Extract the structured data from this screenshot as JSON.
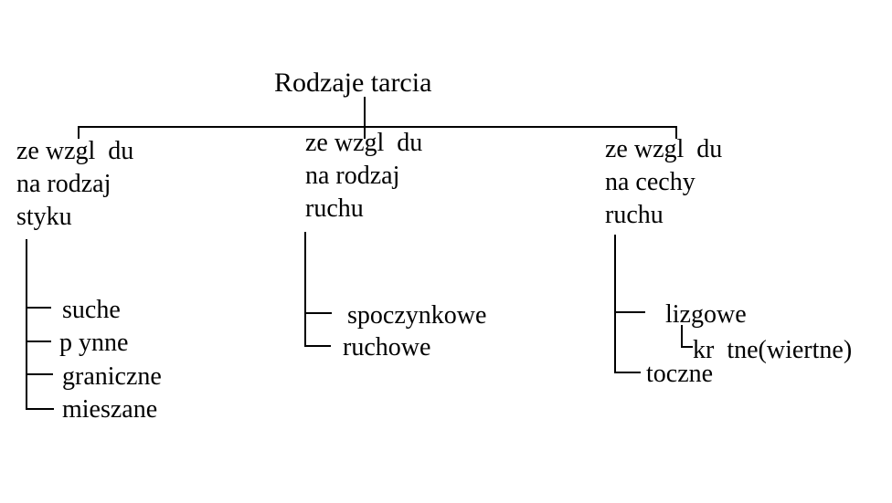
{
  "diagram": {
    "title": "Rodzaje tarcia",
    "colors": {
      "background": "#ffffff",
      "line": "#000000",
      "text": "#000000"
    },
    "branches": [
      {
        "label": "ze wzgl  du\nna rodzaj\nstyku",
        "children": [
          "suche",
          "p ynne",
          "graniczne",
          "mieszane"
        ]
      },
      {
        "label": "ze wzgl  du\nna rodzaj\nruchu",
        "children": [
          "spoczynkowe",
          "ruchowe"
        ]
      },
      {
        "label": "ze wzgl  du\nna cechy\nruchu",
        "children": [
          "lizgowe",
          "kr  tne(wiertne)",
          "toczne"
        ],
        "note_child_1_is_sub_of_child_0": true
      }
    ]
  }
}
